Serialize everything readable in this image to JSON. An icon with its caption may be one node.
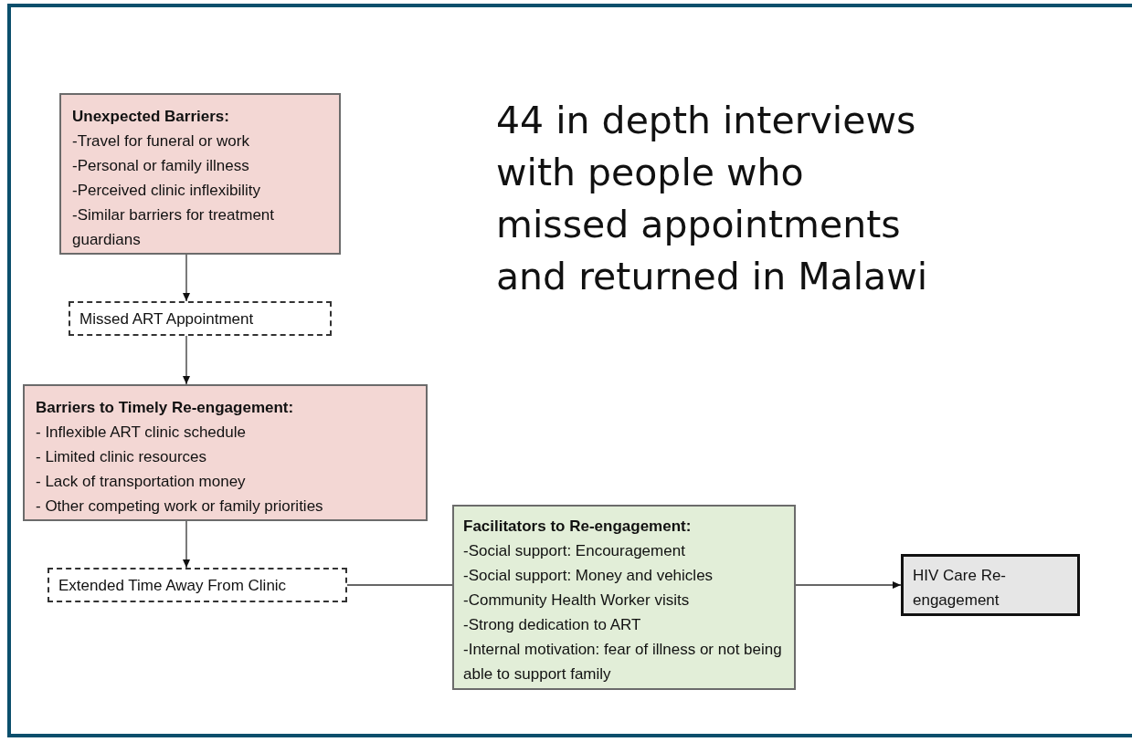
{
  "diagram": {
    "title": "44 in depth interviews with people who missed appointments and returned in Malawi",
    "nodes": [
      {
        "text": [
          "Unexpected Barriers:",
          "-Travel for funeral or work",
          "-Personal or family illness",
          "-Perceived clinic inflexibility",
          "-Similar barriers for treatment guardians"
        ]
      },
      {
        "text": [
          "Missed ART Appointment"
        ]
      },
      {
        "text": [
          "Barriers to Timely Re-engagement:",
          "- Inflexible ART clinic schedule",
          "- Limited clinic resources",
          "- Lack of transportation money",
          "- Other competing work or family priorities"
        ]
      },
      {
        "text": [
          "Extended Time Away From Clinic"
        ]
      },
      {
        "text": [
          "Facilitators to Re-engagement:",
          "-Social support: Encouragement",
          "-Social support: Money and vehicles",
          "-Community Health Worker visits",
          "-Strong dedication to ART",
          "-Internal motivation: fear of illness or not being able to support family"
        ]
      },
      {
        "text": [
          "HIV Care Re-engagement"
        ]
      }
    ],
    "edges": [
      {
        "from": 0,
        "to": 1,
        "arrow": "to"
      },
      {
        "from": 1,
        "to": 2,
        "arrow": "to"
      },
      {
        "from": 2,
        "to": 3,
        "arrow": "to"
      },
      {
        "from": 3,
        "to": 4,
        "arrow": "none"
      },
      {
        "from": 4,
        "to": 5,
        "arrow": "to"
      }
    ]
  }
}
